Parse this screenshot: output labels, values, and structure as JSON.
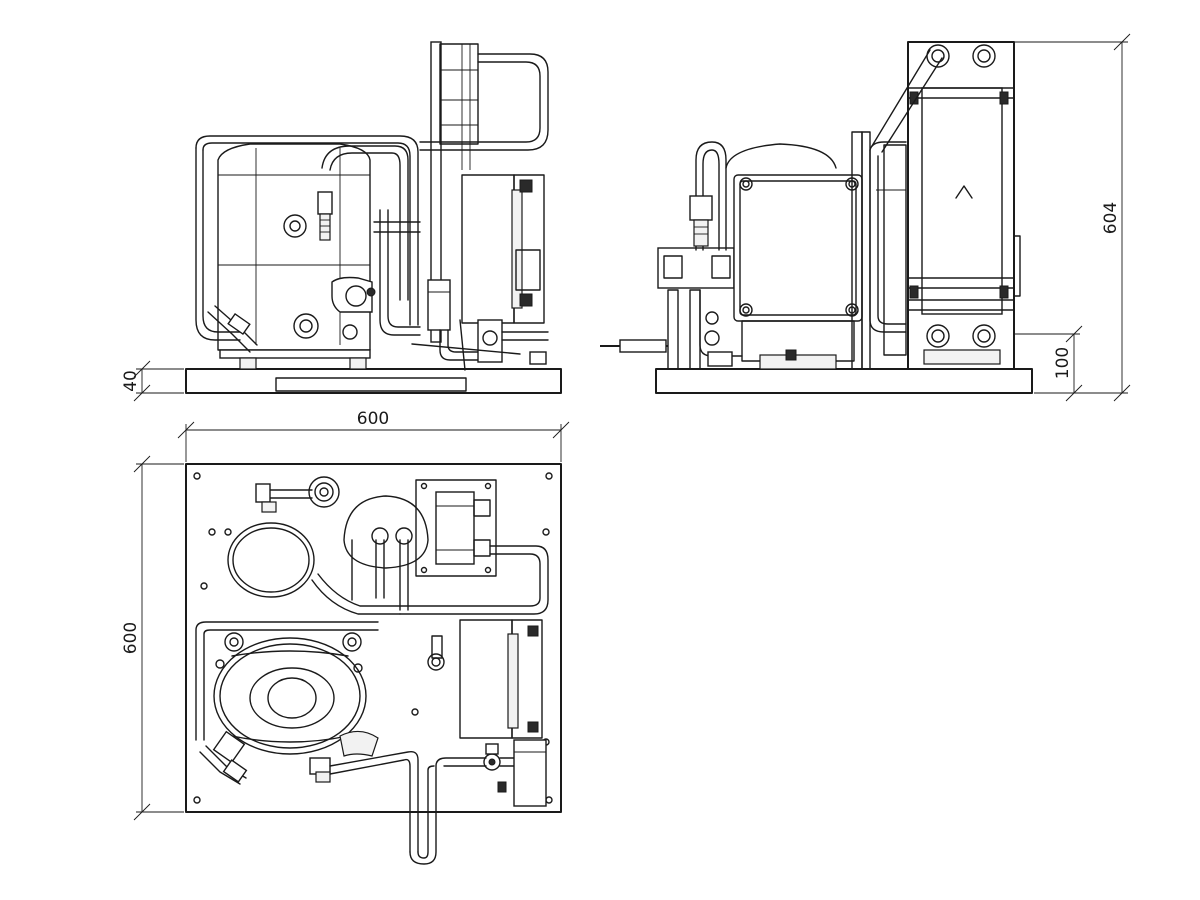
{
  "dimensions": {
    "width_top": "600",
    "depth_left": "600",
    "total_height": "604",
    "base_height": "40",
    "frame_height": "100"
  },
  "icons": {
    "front_view": "condensing-unit-front-view",
    "side_view": "condensing-unit-side-view",
    "top_view": "condensing-unit-top-view",
    "direction_mark": "caret-up-icon"
  }
}
